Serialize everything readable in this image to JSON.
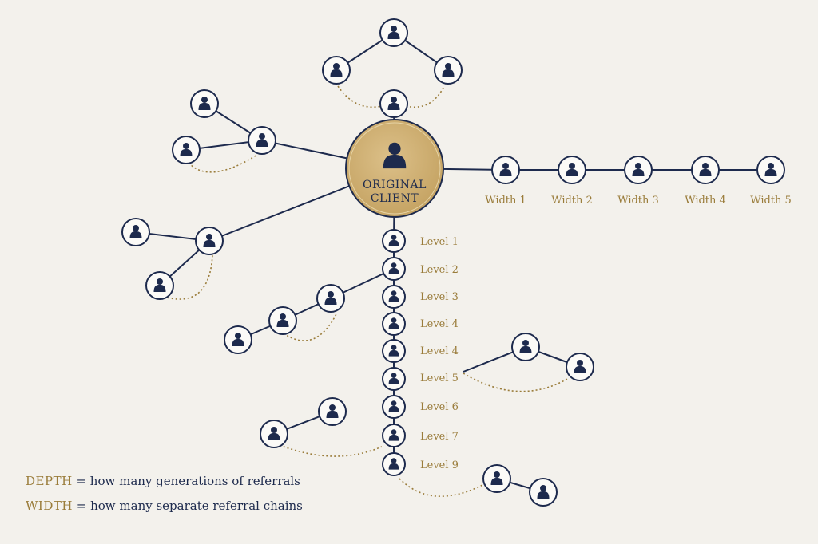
{
  "center": {
    "line1": "ORIGINAL",
    "line2": "CLIENT",
    "icon": "person-icon"
  },
  "width_labels": [
    "Width 1",
    "Width 2",
    "Width 3",
    "Width 4",
    "Width 5"
  ],
  "level_labels": [
    "Level 1",
    "Level 2",
    "Level 3",
    "Level 4",
    "Level 4",
    "Level 5",
    "Level 6",
    "Level 7",
    "Level 9"
  ],
  "legend": [
    {
      "term": "DEPTH",
      "eq": "=",
      "definition": "how many generations of referrals"
    },
    {
      "term": "WIDTH",
      "eq": "=",
      "definition": "how many separate referral chains"
    }
  ],
  "colors": {
    "navy": "#1d2a4d",
    "gold": "#9a7c3a",
    "center_fill": "#cfae6c",
    "background": "#f3f1ec"
  }
}
